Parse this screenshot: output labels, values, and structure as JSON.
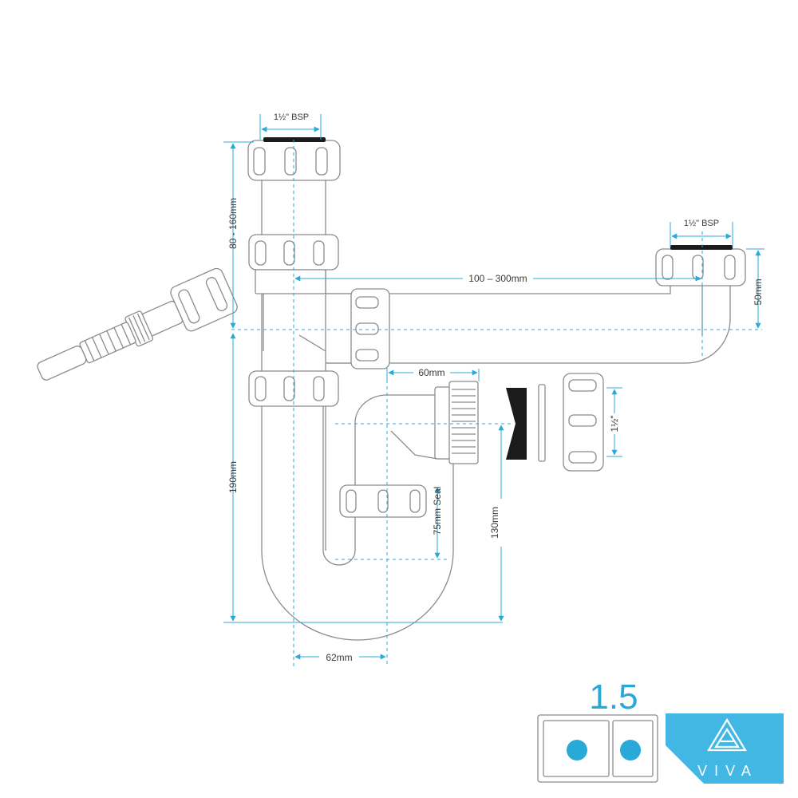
{
  "dimensions": {
    "inlet_bsp_top": "1½\" BSP",
    "inlet_bsp_right": "1½\" BSP",
    "height_upper": "80 - 160mm",
    "height_overall": "190mm",
    "width_between": "100 – 300mm",
    "right_depth": "50mm",
    "outlet_offset": "60mm",
    "outlet_size": "1½\"",
    "seal": "75mm Seal",
    "trap_depth": "130mm",
    "trap_width": "62mm"
  },
  "badge": {
    "bowl_count": "1.5",
    "brand": "VIVA"
  },
  "colors": {
    "accent": "#29a9d8",
    "line": "#8b8b8b",
    "badge_bg": "#43b7e4"
  },
  "icons": [
    "double-bowl-sink-icon",
    "viva-logo-icon"
  ]
}
